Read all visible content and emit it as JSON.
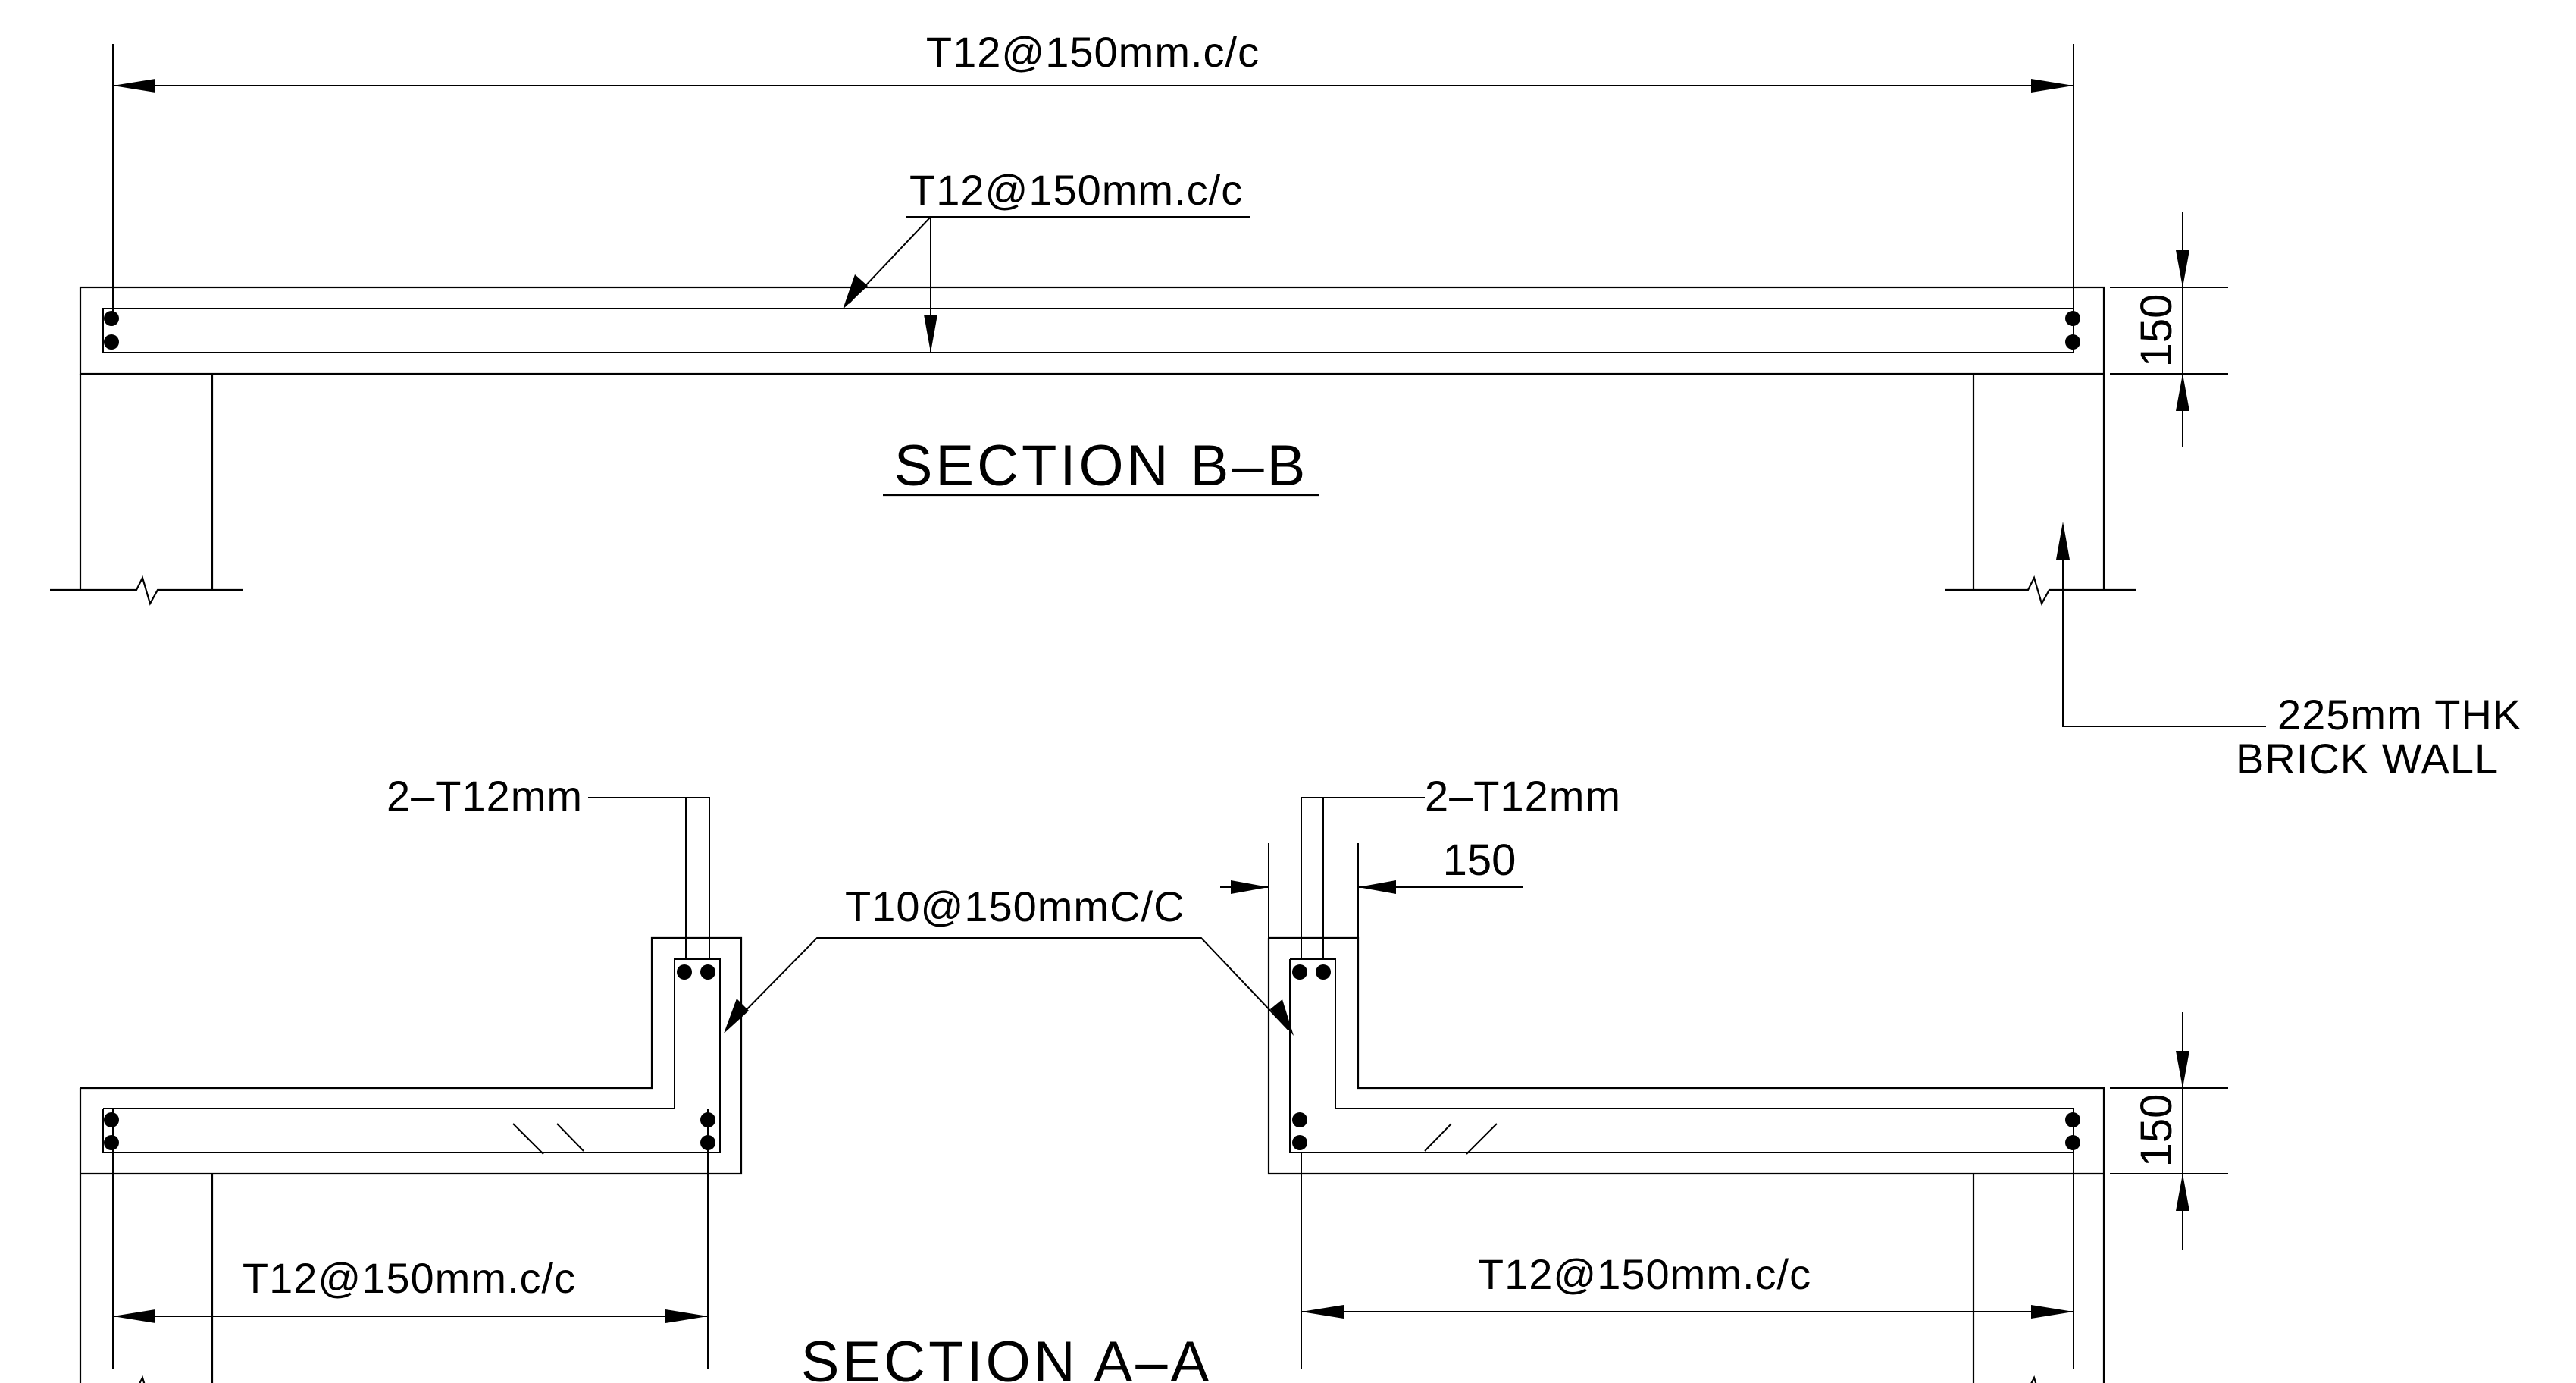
{
  "section_b": {
    "title": "SECTION B–B",
    "top_bar_label": "T12@150mm.c/c",
    "slab_bar_label": "T12@150mm.c/c",
    "thickness_dim": "150",
    "wall_label_line1": "225mm THK",
    "wall_label_line2": "BRICK WALL"
  },
  "section_a": {
    "title": "SECTION A–A",
    "left_bars_label": "2–T12mm",
    "right_bars_label": "2–T12mm",
    "stirrup_label": "T10@150mmC/C",
    "upstand_width_dim": "150",
    "thickness_dim": "150",
    "left_bottom_label": "T12@150mm.c/c",
    "right_bottom_label": "T12@150mm.c/c"
  }
}
